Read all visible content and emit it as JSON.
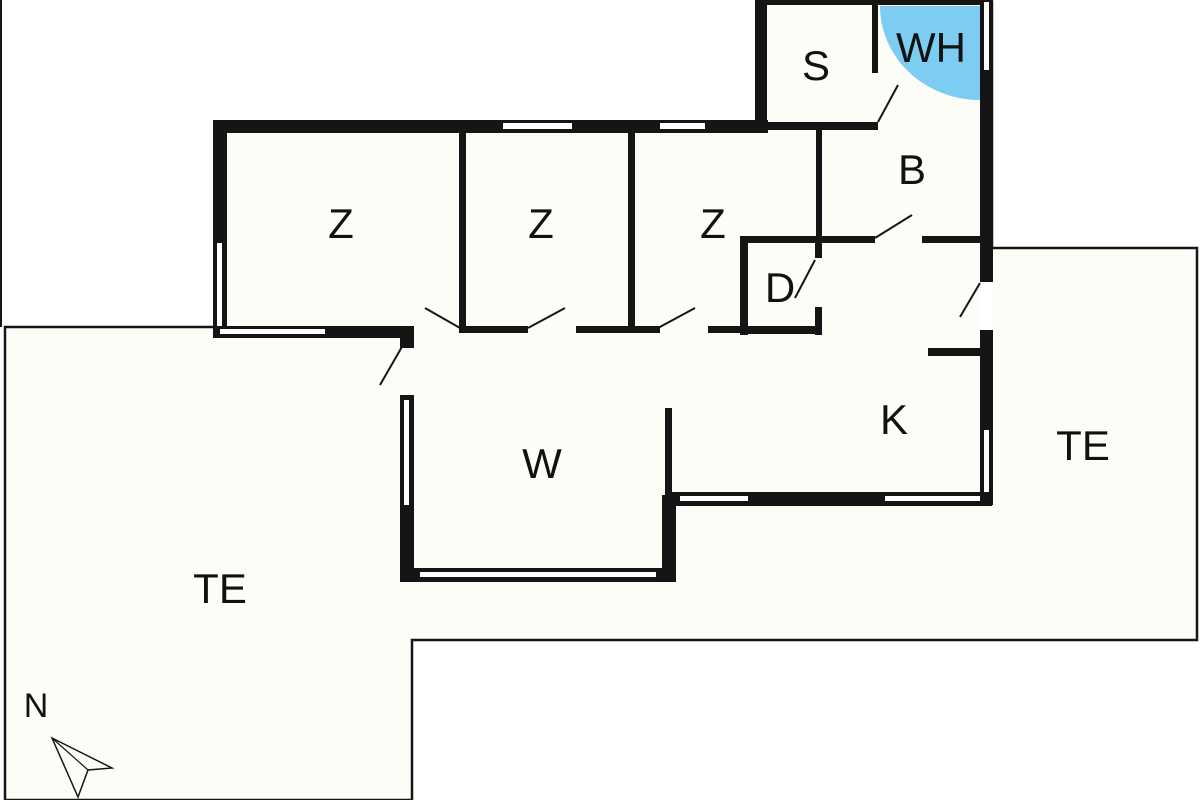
{
  "rooms": {
    "z1": "Z",
    "z2": "Z",
    "z3": "Z",
    "s": "S",
    "wh": "WH",
    "b": "B",
    "d": "D",
    "w": "W",
    "k": "K",
    "te_left": "TE",
    "te_right": "TE"
  },
  "compass": {
    "label": "N",
    "icon": "north-arrow-icon"
  },
  "colors": {
    "wh_fixture": "#7dcdf2",
    "wall": "#151515",
    "floor": "#fdfdf8"
  }
}
